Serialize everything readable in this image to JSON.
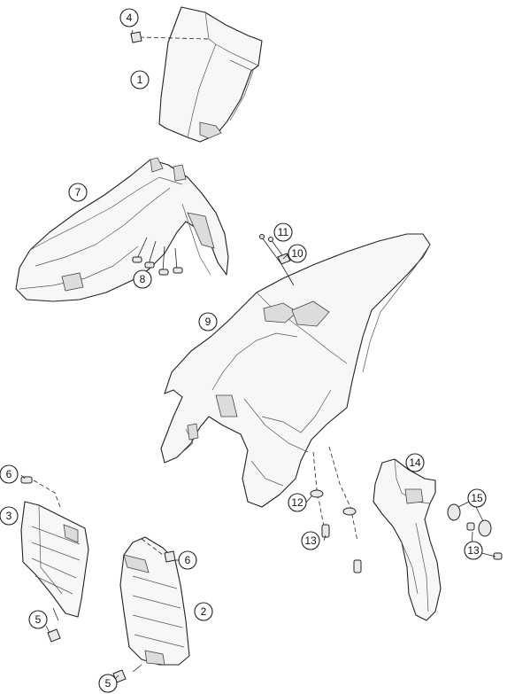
{
  "callouts": [
    "1",
    "2",
    "3",
    "4",
    "5",
    "5",
    "6",
    "6",
    "7",
    "8",
    "9",
    "10",
    "11",
    "12",
    "13",
    "13",
    "14",
    "15"
  ]
}
